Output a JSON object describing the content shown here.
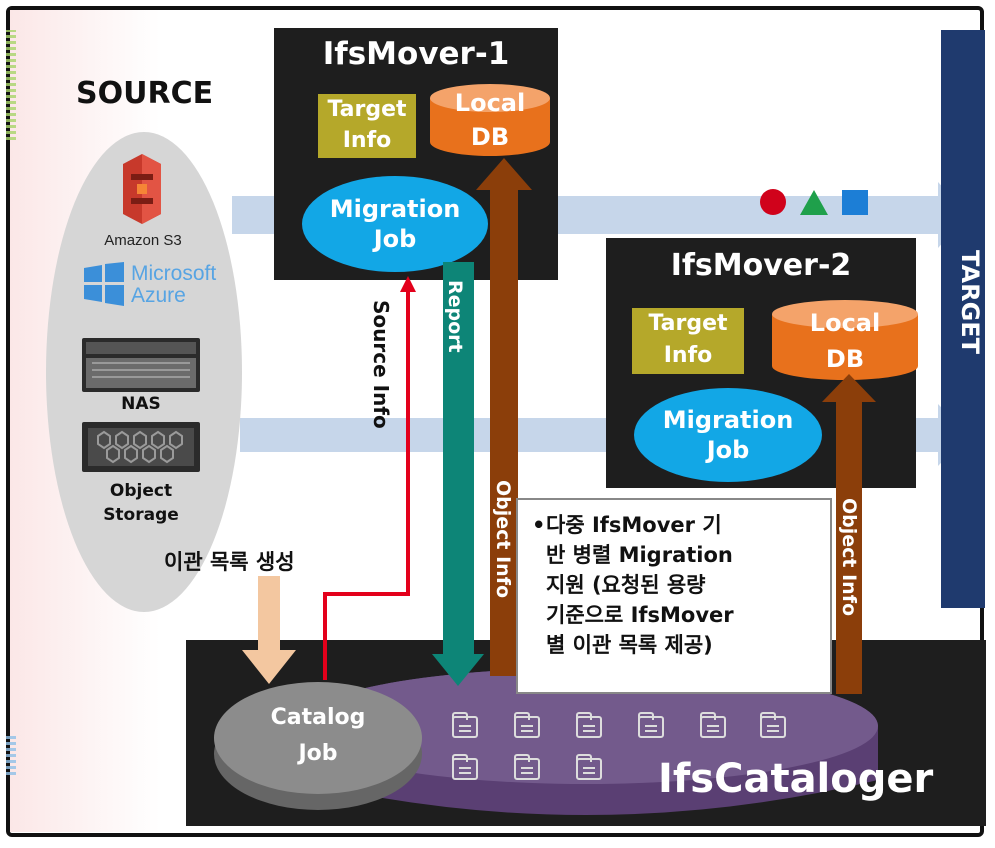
{
  "source": {
    "title": "SOURCE",
    "items": [
      {
        "icon": "amazon-s3-icon",
        "label": "Amazon S3"
      },
      {
        "icon": "microsoft-azure-icon",
        "label_line1": "Microsoft",
        "label_line2": "Azure"
      },
      {
        "icon": "nas-server-icon",
        "label": "NAS"
      },
      {
        "icon": "object-storage-server-icon",
        "label_line1": "Object",
        "label_line2": "Storage"
      }
    ],
    "catalog_list_label": "이관 목록 생성"
  },
  "mover1": {
    "title": "IfsMover-1",
    "target_info_line1": "Target",
    "target_info_line2": "Info",
    "db_line1": "Local",
    "db_line2": "DB",
    "job_line1": "Migration",
    "job_line2": "Job"
  },
  "mover2": {
    "title": "IfsMover-2",
    "target_info_line1": "Target",
    "target_info_line2": "Info",
    "db_line1": "Local",
    "db_line2": "DB",
    "job_line1": "Migration",
    "job_line2": "Job"
  },
  "target": {
    "title": "TARGET"
  },
  "flows": {
    "source_info": "Source Info",
    "report": "Report",
    "object_info_1": "Object Info",
    "object_info_2": "Object Info"
  },
  "note": {
    "bullet": "•",
    "line1": "다중 IfsMover 기",
    "line2": "반 병렬 Migration",
    "line3": "지원 (요청된 용량",
    "line4": "기준으로 IfsMover",
    "line5": "별 이관 목록 제공)"
  },
  "cataloger": {
    "title": "IfsCataloger",
    "job_line1": "Catalog",
    "job_line2": "Job"
  },
  "colors": {
    "mover_bg": "#1e1e1e",
    "target_info": "#b5a82a",
    "local_db": "#e8711c",
    "migration_job": "#12a7e6",
    "target_bar": "#1f3a6e",
    "report_arrow": "#0d8577",
    "object_info_arrow": "#8b3e0a",
    "source_info_arrow": "#e3001b",
    "shape_circle": "#d0021b",
    "shape_triangle": "#1fa04b",
    "shape_square": "#1c7ed6"
  }
}
